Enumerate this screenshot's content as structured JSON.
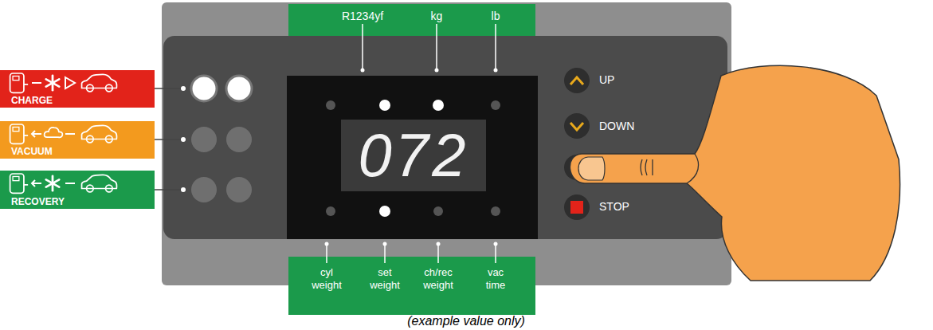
{
  "diagram": {
    "caption": "(example value only)",
    "nodes": [
      {
        "text": [
          "R1234yf",
          "kg",
          "lb"
        ]
      },
      {
        "text": [
          "CHARGE"
        ]
      },
      {
        "text": [
          "VACUUM"
        ]
      },
      {
        "text": [
          "RECOVERY"
        ]
      },
      {
        "text": [
          "072"
        ]
      },
      {
        "text": [
          "cyl weight",
          "set weight",
          "ch/rec weight",
          "vac time"
        ]
      }
    ],
    "labels": [
      "UP",
      "DOWN",
      "STOP"
    ]
  }
}
